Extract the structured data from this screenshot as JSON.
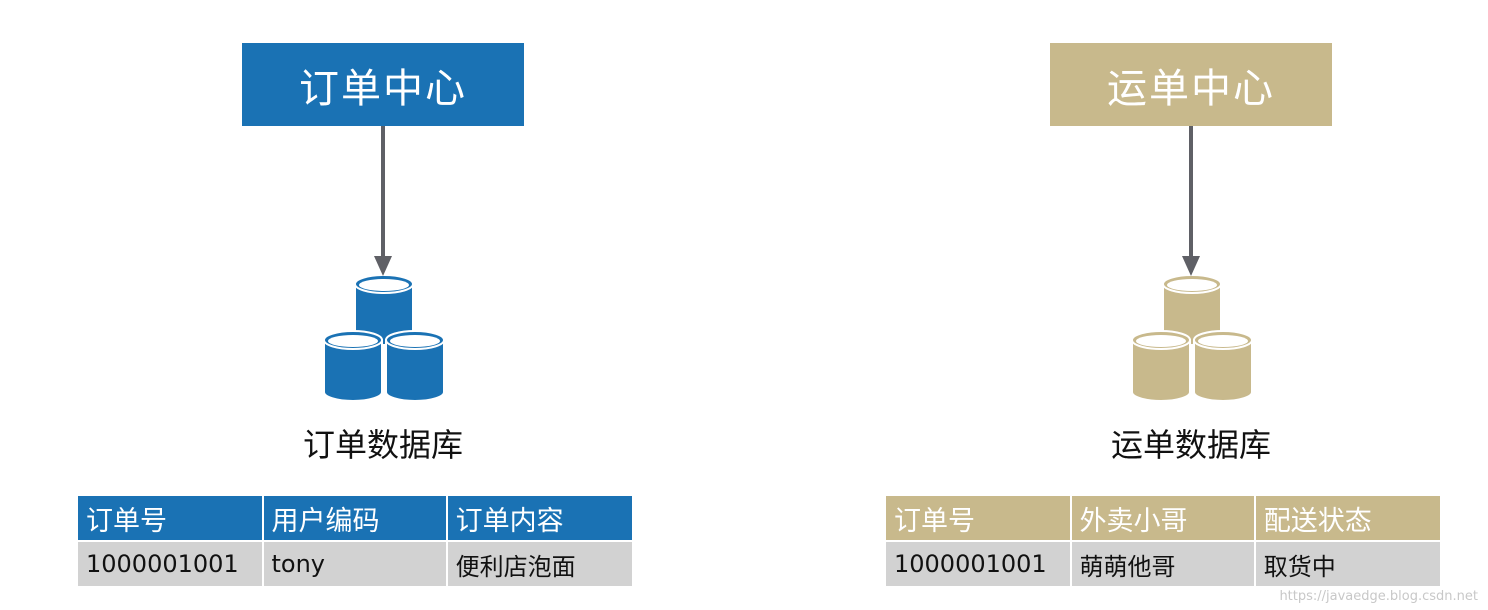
{
  "colors": {
    "order_accent": "#1a72b4",
    "delivery_accent": "#c8b98c",
    "arrow": "#5f6066",
    "cell_bg": "#d2d2d2"
  },
  "order_side": {
    "center_title": "订单中心",
    "db_icon": "database-stack-icon",
    "db_label": "订单数据库",
    "table": {
      "headers": [
        "订单号",
        "用户编码",
        "订单内容"
      ],
      "rows": [
        [
          "1000001001",
          "tony",
          "便利店泡面"
        ]
      ]
    }
  },
  "delivery_side": {
    "center_title": "运单中心",
    "db_icon": "database-stack-icon",
    "db_label": "运单数据库",
    "table": {
      "headers": [
        "订单号",
        "外卖小哥",
        "配送状态"
      ],
      "rows": [
        [
          "1000001001",
          "萌萌他哥",
          "取货中"
        ]
      ]
    }
  },
  "watermark": "https://javaedge.blog.csdn.net"
}
